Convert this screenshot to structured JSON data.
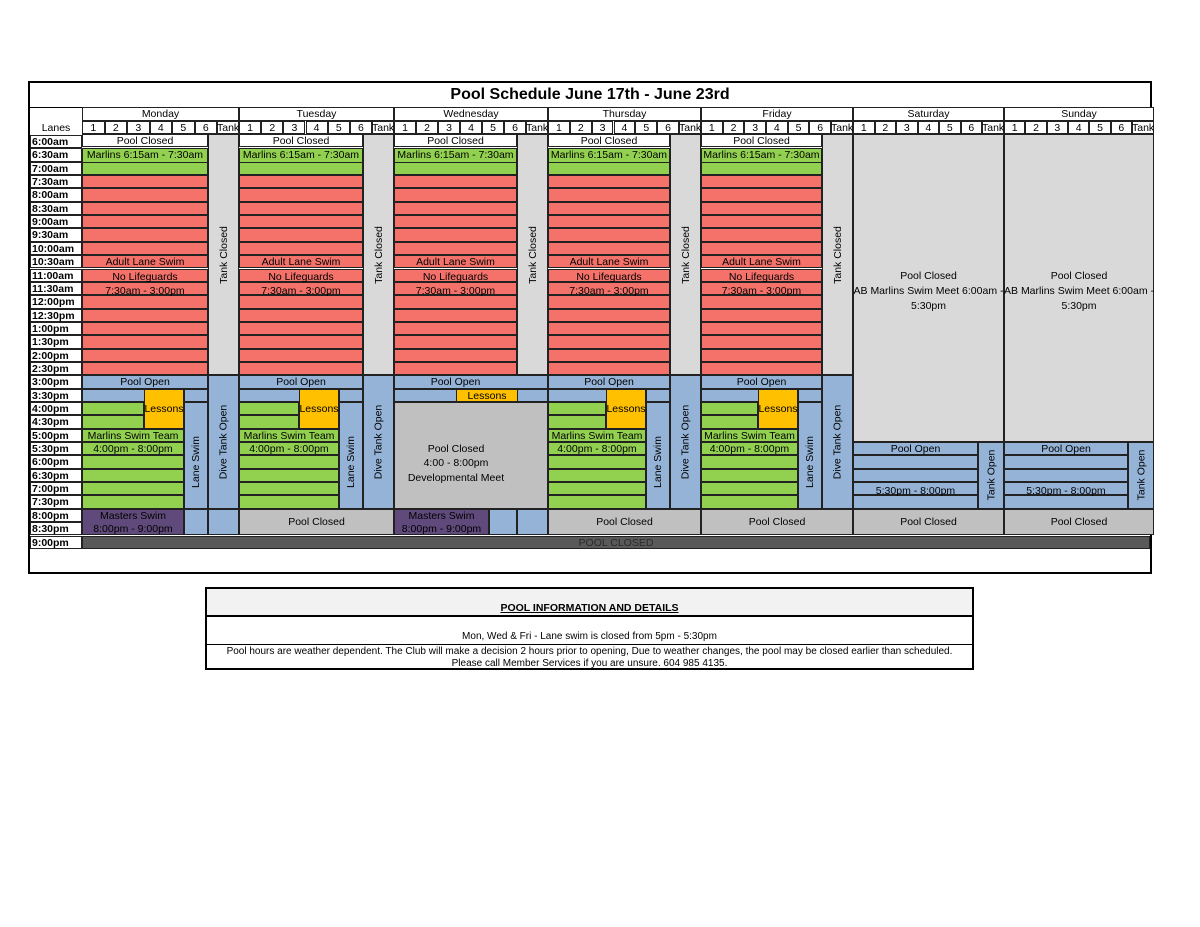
{
  "title": "Pool Schedule June 17th - June 23rd",
  "lanes_label": "Lanes",
  "lane_numbers": [
    "1",
    "2",
    "3",
    "4",
    "5",
    "6"
  ],
  "tank_label": "Tank",
  "days": [
    "Monday",
    "Tuesday",
    "Wednesday",
    "Thursday",
    "Friday",
    "Saturday",
    "Sunday"
  ],
  "times": [
    "6:00am",
    "6:30am",
    "7:00am",
    "7:30am",
    "8:00am",
    "8:30am",
    "9:00am",
    "9:30am",
    "10:00am",
    "10:30am",
    "11:00am",
    "11:30am",
    "12:00pm",
    "12:30pm",
    "1:00pm",
    "1:30pm",
    "2:00pm",
    "2:30pm",
    "3:00pm",
    "3:30pm",
    "4:00pm",
    "4:30pm",
    "5:00pm",
    "5:30pm",
    "6:00pm",
    "6:30pm",
    "7:00pm",
    "7:30pm",
    "8:00pm",
    "8:30pm",
    "9:00pm"
  ],
  "labels": {
    "pool_closed": "Pool Closed",
    "marlins": "Marlins 6:15am - 7:30am",
    "adult_lane_swim": "Adult Lane Swim",
    "no_lifeguards": "No Lifeguards",
    "adult_time": "7:30am - 3:00pm",
    "tank_closed": "Tank Closed",
    "pool_open": "Pool Open",
    "lessons": "Lessons",
    "marlins_swim_team": "Marlins Swim Team",
    "evening_time": "4:00pm - 8:00pm",
    "lane_swim": "Lane Swim",
    "dive_tank_open": "Dive Tank Open",
    "masters_swim": "Masters Swim",
    "masters_time": "8:00pm - 9:00pm",
    "developmental_title": "Pool Closed",
    "developmental_time": "4:00 - 8:00pm",
    "developmental_meet": "Developmental Meet",
    "weekend_closed": "Pool Closed",
    "ab_meet_1": "AB Marlins Swim Meet 6:00am -",
    "ab_meet_2": "5:30pm",
    "weekend_time": "5:30pm - 8:00pm",
    "tank_open": "Tank Open",
    "pool_closed_caps": "POOL CLOSED"
  },
  "info": {
    "heading": "POOL INFORMATION AND DETAILS",
    "line1": "Mon, Wed & Fri - Lane swim is closed from 5pm - 5:30pm",
    "line2": "Pool hours are weather dependent. The Club will make a decision 2 hours prior to opening,  Due to weather changes, the pool may be closed earlier than scheduled.",
    "line3": "Please call Member Services if you are unsure. 604 985 4135."
  },
  "colors": {
    "green": "#92d050",
    "red": "#f4726a",
    "blue": "#95b3d7",
    "orange": "#ffc000",
    "purple": "#604a7b",
    "grey": "#d9d9d9",
    "greymid": "#c0c0c0",
    "dark": "#595959"
  }
}
